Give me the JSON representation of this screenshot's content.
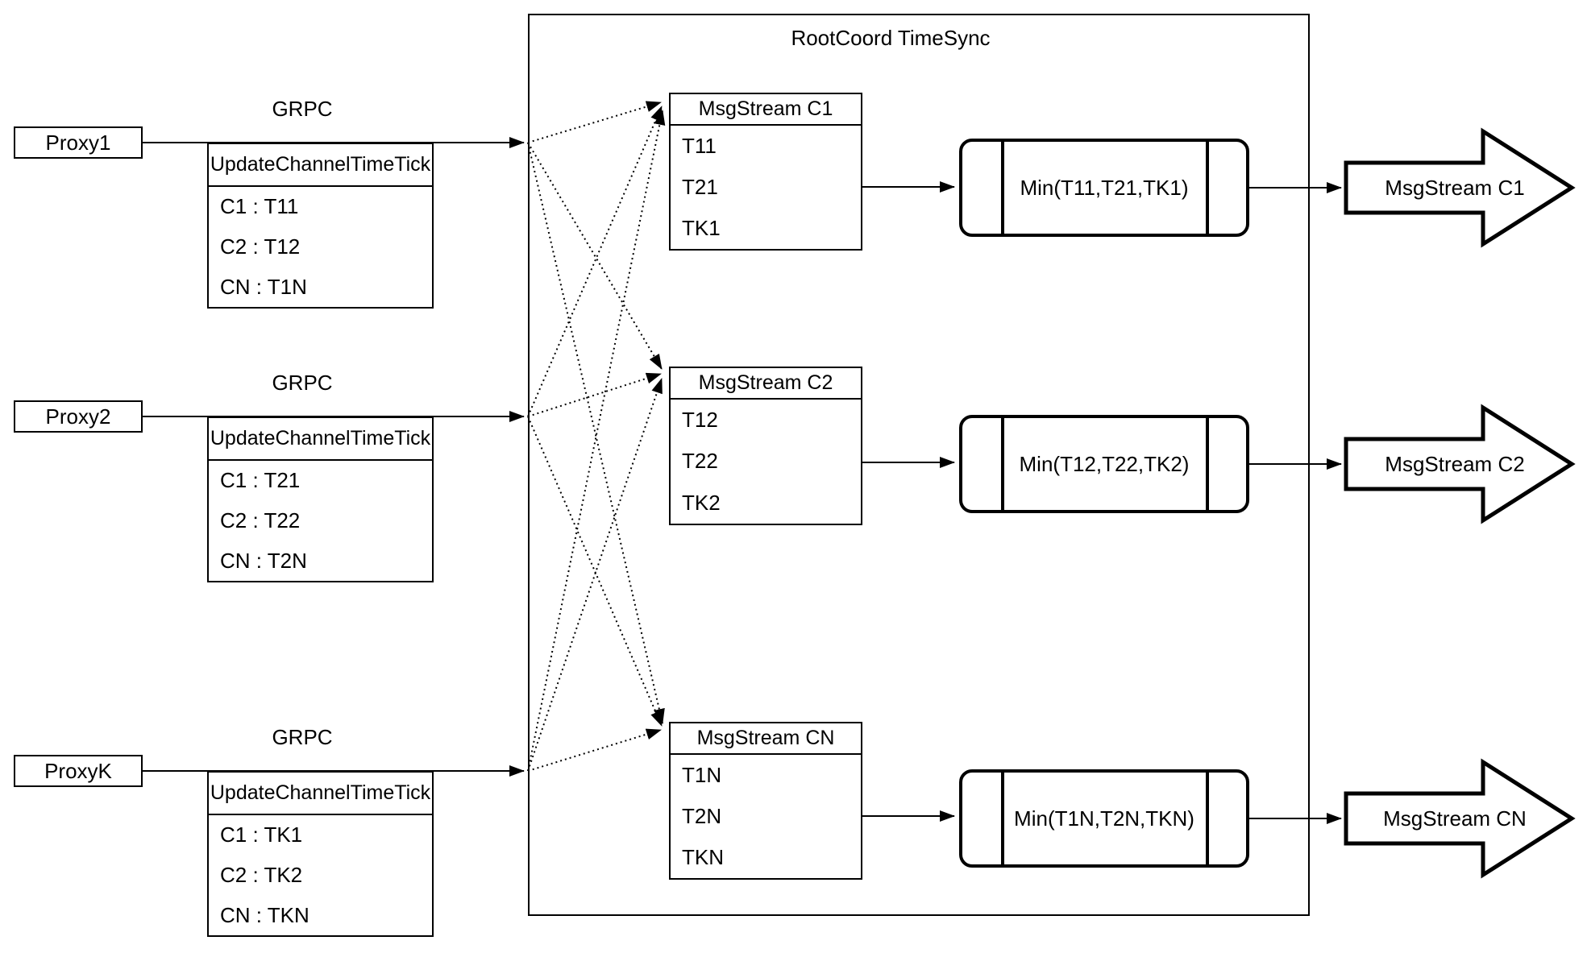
{
  "diagram": {
    "container_title": "RootCoord TimeSync",
    "proxies": [
      {
        "name": "Proxy1",
        "grpc_label": "GRPC",
        "table": {
          "header": "UpdateChannelTimeTick",
          "rows": [
            "C1 : T11",
            "C2 : T12",
            "CN : T1N"
          ]
        }
      },
      {
        "name": "Proxy2",
        "grpc_label": "GRPC",
        "table": {
          "header": "UpdateChannelTimeTick",
          "rows": [
            "C1 : T21",
            "C2 : T22",
            "CN : T2N"
          ]
        }
      },
      {
        "name": "ProxyK",
        "grpc_label": "GRPC",
        "table": {
          "header": "UpdateChannelTimeTick",
          "rows": [
            "C1 : TK1",
            "C2 : TK2",
            "CN : TKN"
          ]
        }
      }
    ],
    "streams": [
      {
        "header": "MsgStream C1",
        "rows": [
          "T11",
          "T21",
          "TK1"
        ],
        "min_label": "Min(T11,T21,TK1)",
        "out_label": "MsgStream C1"
      },
      {
        "header": "MsgStream C2",
        "rows": [
          "T12",
          "T22",
          "TK2"
        ],
        "min_label": "Min(T12,T22,TK2)",
        "out_label": "MsgStream C2"
      },
      {
        "header": "MsgStream CN",
        "rows": [
          "T1N",
          "T2N",
          "TKN"
        ],
        "min_label": "Min(T1N,T2N,TKN)",
        "out_label": "MsgStream CN"
      }
    ],
    "colors": {
      "stroke": "#000000",
      "background": "#ffffff"
    }
  }
}
